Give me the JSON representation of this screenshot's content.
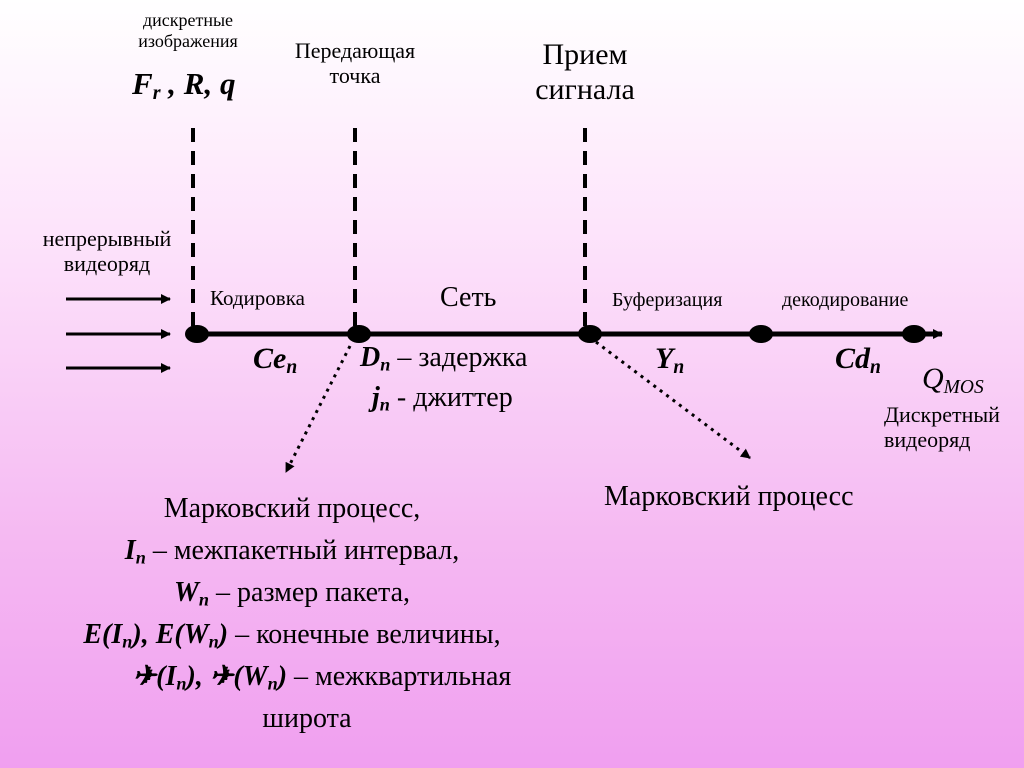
{
  "labels": {
    "discrete_images": [
      "дискретные",
      "изображения"
    ],
    "params": {
      "f": "F",
      "f_sub": "r",
      "rest": " , R, q"
    },
    "tx_point": [
      "Передающая",
      "точка"
    ],
    "rx_signal": [
      "Прием",
      "сигнала"
    ],
    "continuous": [
      "непрерывный",
      "видеоряд"
    ],
    "coding": "Кодировка",
    "network": "Сеть",
    "buffering": "Буферизация",
    "decoding": "декодирование",
    "ce": {
      "main": "Ce",
      "sub": "n"
    },
    "dn": {
      "main": "D",
      "sub": "n",
      "text": " – задержка"
    },
    "jn": {
      "main": "j",
      "sub": "n",
      "text": " - джиттер"
    },
    "yn": {
      "main": "Y",
      "sub": "n"
    },
    "cdn": {
      "main": "Cd",
      "sub": "n"
    },
    "qmos": {
      "main": "Q",
      "sub": "MOS"
    },
    "discrete_video": [
      "Дискретный",
      "видеоряд"
    ],
    "markov_right": "Марковский процесс"
  },
  "markov_left": {
    "line1": "Марковский процесс,",
    "line2": {
      "main": "I",
      "sub": "n",
      "text": " – межпакетный интервал,"
    },
    "line3": {
      "main": "W",
      "sub": "n",
      "text": " – размер пакета,"
    },
    "line4": {
      "a": "E(I",
      "a_sub": "n",
      "b": "), E(W",
      "b_sub": "n",
      "c": ")",
      "text": " – конечные величины,"
    },
    "line5": {
      "sym": "✈",
      "a": "(I",
      "a_sub": "n",
      "b": "), ",
      "sym2": "✈",
      "c": "(W",
      "c_sub": "n",
      "d": ")",
      "text": " – межквартильная"
    },
    "line6": "широта"
  },
  "colors": {
    "line": "#000000"
  }
}
